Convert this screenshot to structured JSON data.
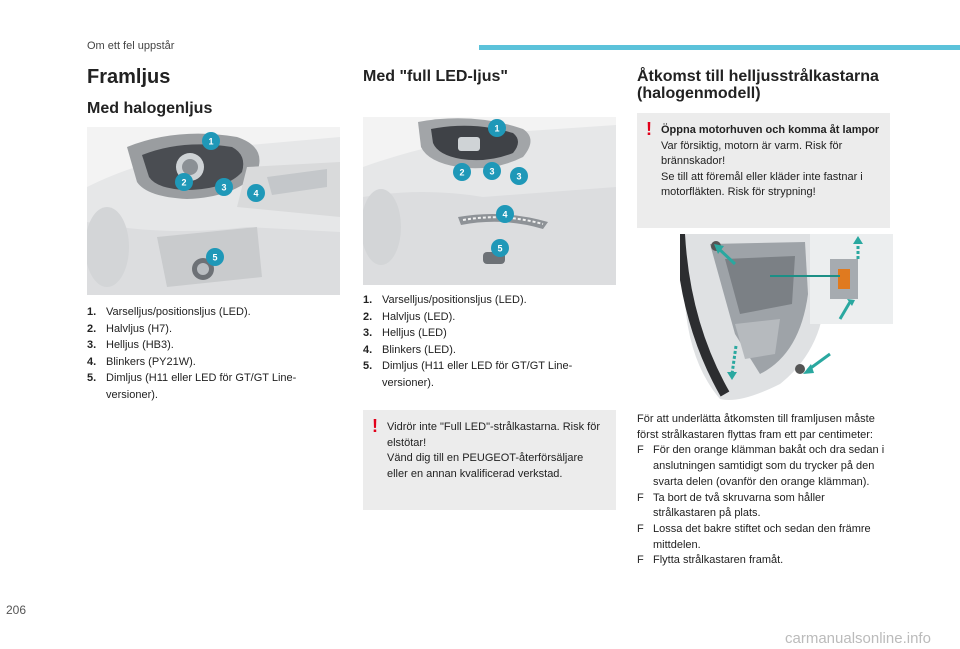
{
  "header": {
    "section": "Om ett fel uppstår"
  },
  "page_number": "206",
  "watermark": "carmanualsonline.info",
  "col1": {
    "title": "Framljus",
    "subtitle": "Med halogenljus",
    "items": [
      {
        "num": "1.",
        "text": "Varselljus/positionsljus (LED)."
      },
      {
        "num": "2.",
        "text": "Halvljus (H7)."
      },
      {
        "num": "3.",
        "text": "Helljus (HB3)."
      },
      {
        "num": "4.",
        "text": "Blinkers (PY21W)."
      },
      {
        "num": "5.",
        "text": "Dimljus (H11 eller LED för GT/GT Line-versioner)."
      }
    ]
  },
  "col2": {
    "title": "Med \"full LED-ljus\"",
    "items": [
      {
        "num": "1.",
        "text": "Varselljus/positionsljus (LED)."
      },
      {
        "num": "2.",
        "text": "Halvljus (LED)."
      },
      {
        "num": "3.",
        "text": "Helljus (LED)"
      },
      {
        "num": "4.",
        "text": "Blinkers (LED)."
      },
      {
        "num": "5.",
        "text": "Dimljus (H11 eller LED för GT/GT Line-versioner)."
      }
    ],
    "warning": {
      "line1": "Vidrör inte \"Full LED\"-strålkastarna. Risk för elstötar!",
      "line2": "Vänd dig till en PEUGEOT-återförsäljare eller en annan kvalificerad verkstad."
    }
  },
  "col3": {
    "title": "Åtkomst till helljusstrålkastarna (halogenmodell)",
    "warning": {
      "bold": "Öppna motorhuven och komma åt lampor",
      "line1": "Var försiktig, motorn är varm. Risk för brännskador!",
      "line2": "Se till att föremål eller kläder inte fastnar i motorfläkten. Risk för strypning!"
    },
    "intro": "För att underlätta åtkomsten till framljusen måste först strålkastaren flyttas fram ett par centimeter:",
    "step_marker": "F",
    "steps": [
      "För den orange klämman bakåt och dra sedan i anslutningen samtidigt som du trycker på den svarta delen (ovanför den orange klämman).",
      "Ta bort de två skruvarna som håller strålkastaren på plats.",
      "Lossa det bakre stiftet och sedan den främre mittdelen.",
      "Flytta strålkastaren framåt."
    ]
  },
  "badges": [
    "1",
    "2",
    "3",
    "4",
    "5"
  ],
  "colors": {
    "accent": "#5bc2da",
    "badge": "#1f98b8",
    "warning_mark": "#e2001a",
    "arrow": "#2aa8a0"
  }
}
